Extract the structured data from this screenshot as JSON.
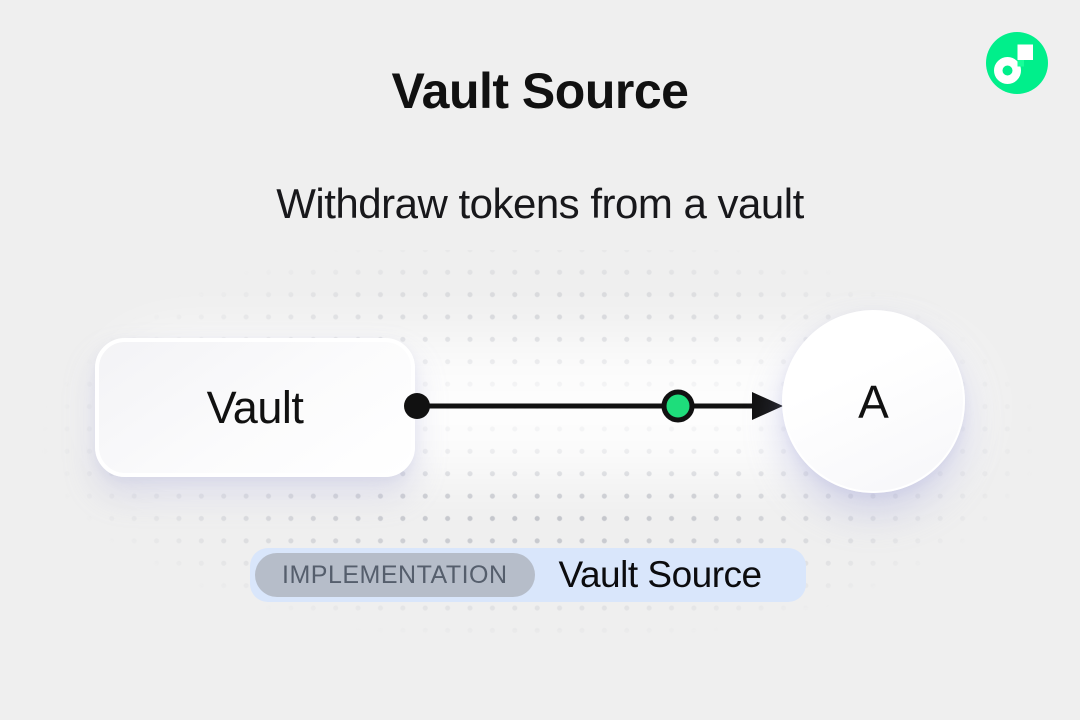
{
  "colors": {
    "background": "#EFEFEF",
    "ink": "#111111",
    "flow-green": "#00EF8B",
    "flow-accent": "#16FF99",
    "token-green": "#1EDD7B",
    "badge-bg": "#D9E6FB",
    "tag-bg": "#B6BDC9",
    "tag-text": "#555E6C"
  },
  "header": {
    "title": "Vault Source",
    "subtitle": "Withdraw tokens from a vault"
  },
  "diagram": {
    "source_node": {
      "label": "Vault"
    },
    "target_node": {
      "label": "A"
    }
  },
  "badge": {
    "tag": "IMPLEMENTATION",
    "label": "Vault Source"
  }
}
